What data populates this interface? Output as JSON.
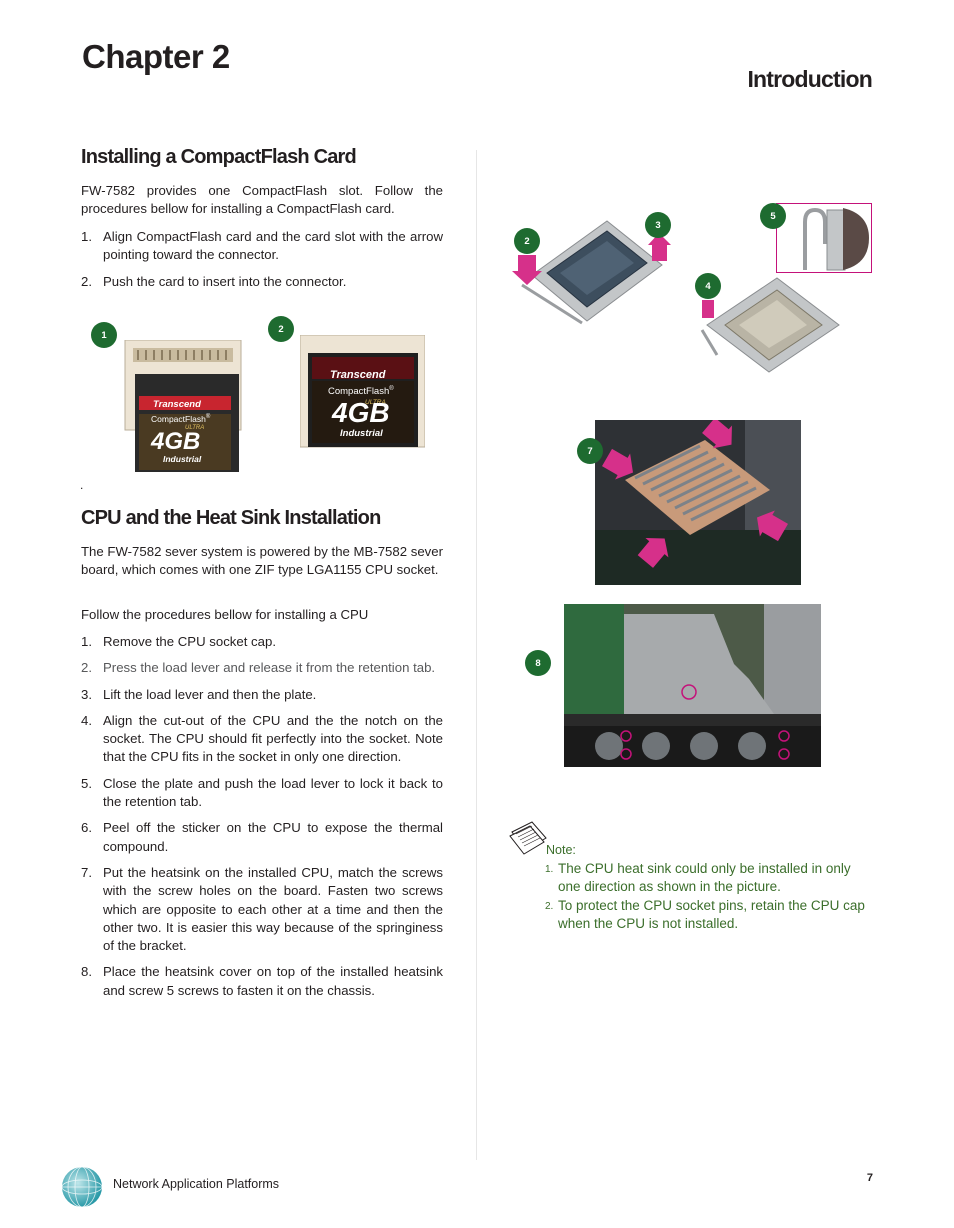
{
  "header": {
    "chapter": "Chapter 2",
    "section_title": "Introduction"
  },
  "cf": {
    "title": "Installing a CompactFlash Card",
    "intro": "FW-7582 provides one CompactFlash slot. Follow the procedures bellow for installing a CompactFlash card.",
    "steps": [
      {
        "n": "1.",
        "text": "Align CompactFlash card and the card slot with the arrow pointing toward the connector."
      },
      {
        "n": "2.",
        "text": "Push the card to insert into the connector."
      }
    ],
    "figure_labels": [
      "1",
      "2"
    ],
    "card": {
      "brand": "Transcend",
      "type": "CompactFlash",
      "registered": "®",
      "capacity": "4GB",
      "grade": "ULTRA",
      "tier": "Industrial"
    },
    "stray_mark": "."
  },
  "cpu": {
    "title": "CPU and the Heat Sink Installation",
    "intro1": "The FW-7582 sever system is powered by the MB-7582 sever board, which comes with one ZIF type LGA1155 CPU socket.",
    "intro2": "Follow the procedures bellow for installing a CPU",
    "steps": [
      {
        "n": "1.",
        "text": "Remove the CPU socket cap."
      },
      {
        "n": "2.",
        "text": "Press the load lever and release it from the retention tab."
      },
      {
        "n": "3.",
        "text": "Lift the load lever and then the plate."
      },
      {
        "n": "4.",
        "text": "Align the cut-out of the CPU and the the notch on the socket. The CPU should fit perfectly into the socket. Note that the CPU fits in the socket in only one direction."
      },
      {
        "n": "5.",
        "text": "Close the plate and push the load lever to lock it back to the retention tab."
      },
      {
        "n": "6.",
        "text": "Peel off the sticker on the CPU to expose the thermal compound."
      },
      {
        "n": "7.",
        "text": "Put the heatsink on the installed CPU, match the screws with the screw holes on the board. Fasten two screws which are opposite to each other at a time and then the other two. It is easier this way because of the springiness of the bracket."
      },
      {
        "n": "8.",
        "text": "Place the heatsink cover on top of the installed heatsink and screw 5 screws to fasten it on the chassis."
      }
    ],
    "figure_labels": [
      "2",
      "3",
      "4",
      "5",
      "7",
      "8"
    ]
  },
  "note": {
    "label": "Note:",
    "items": [
      {
        "n": "1.",
        "text": "The CPU heat sink could only be installed in only one direction as  shown in the picture."
      },
      {
        "n": "2.",
        "text": " To protect the CPU socket pins, retain the CPU cap when the CPU is not installed."
      }
    ]
  },
  "footer": {
    "text": "Network Application Platforms",
    "page": "7"
  },
  "colors": {
    "heading": "#231f20",
    "note_green": "#3b6e2b",
    "badge_green": "#1e6b30",
    "arrow_magenta": "#d6308a",
    "highlight_magenta": "#c4127a"
  }
}
